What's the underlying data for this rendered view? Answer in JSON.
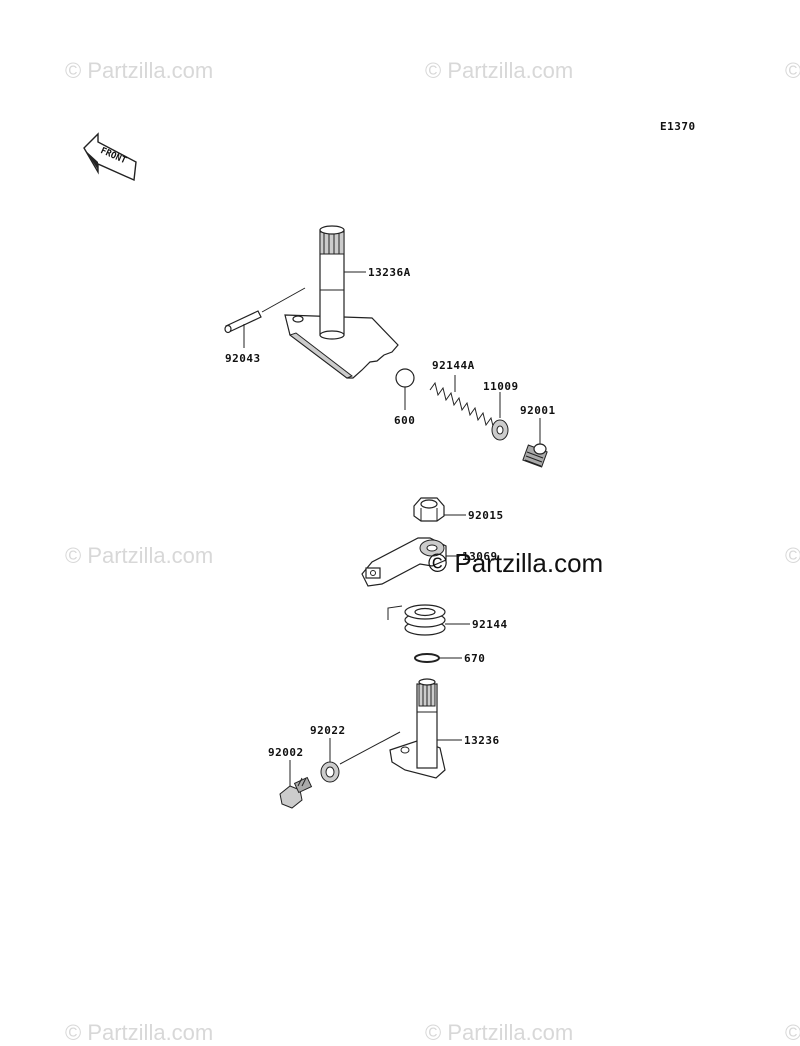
{
  "diagram_code": "E1370",
  "front_label": "FRONT",
  "watermark_text": "© Partzilla.com",
  "watermark_center": "© Partzilla.com",
  "parts": [
    {
      "id": "13236A"
    },
    {
      "id": "92043"
    },
    {
      "id": "600"
    },
    {
      "id": "92144A"
    },
    {
      "id": "11009"
    },
    {
      "id": "92001"
    },
    {
      "id": "92015"
    },
    {
      "id": "13069"
    },
    {
      "id": "92144"
    },
    {
      "id": "670"
    },
    {
      "id": "13236"
    },
    {
      "id": "92022"
    },
    {
      "id": "92002"
    }
  ]
}
